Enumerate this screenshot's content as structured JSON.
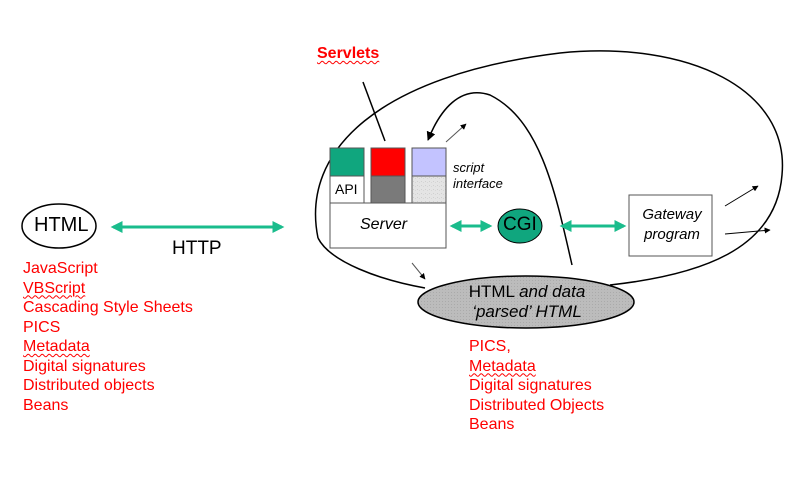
{
  "colors": {
    "accent_arrow": "#1abc8c",
    "list_text": "#ff0000",
    "api_block": "#10a67e",
    "servlet_block": "#ff0000",
    "script_block": "#c3c3ff",
    "gray_ellipse": "#bdbdbd",
    "cgi_ellipse": "#10a67e"
  },
  "client": {
    "html_label": "HTML",
    "protocol_label": "HTTP",
    "features": [
      "JavaScript",
      "VBScript",
      "Cascading Style Sheets",
      "PICS",
      "Metadata",
      "Digital signatures",
      "Distributed objects",
      "Beans"
    ]
  },
  "server": {
    "servlets_label": "Servlets",
    "api_label": "API",
    "script_interface_line1": "script",
    "script_interface_line2": "interface",
    "server_label": "Server",
    "cgi_label": "CGI",
    "gateway_line1": "Gateway",
    "gateway_line2": "program",
    "output_line1_normal": "HTML",
    "output_line1_italic": "and data",
    "output_line2": "‘parsed’ HTML",
    "output_features": [
      "PICS,",
      "Metadata",
      "Digital signatures",
      "Distributed Objects",
      "Beans"
    ]
  }
}
